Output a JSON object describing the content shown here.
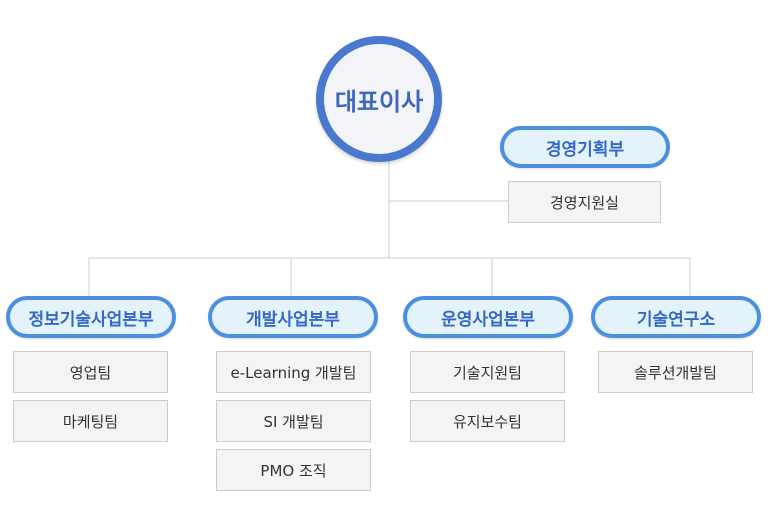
{
  "ceo": {
    "label": "대표이사"
  },
  "planning": {
    "label": "경영기획부",
    "sub": "경영지원실"
  },
  "divisions": [
    {
      "label": "정보기술사업본부",
      "teams": [
        "영업팀",
        "마케팅팀"
      ]
    },
    {
      "label": "개발사업본부",
      "teams": [
        "e-Learning 개발팀",
        "SI 개발팀",
        "PMO 조직"
      ]
    },
    {
      "label": "운영사업본부",
      "teams": [
        "기술지원팀",
        "유지보수팀"
      ]
    },
    {
      "label": "기술연구소",
      "teams": [
        "솔루션개발팀"
      ]
    }
  ],
  "colors": {
    "ceo_border": "#4a78cf",
    "pill_border": "#4b8fe0",
    "pill_fill": "#e4f2fb",
    "text_blue": "#3468c6",
    "line": "#cccccc"
  }
}
